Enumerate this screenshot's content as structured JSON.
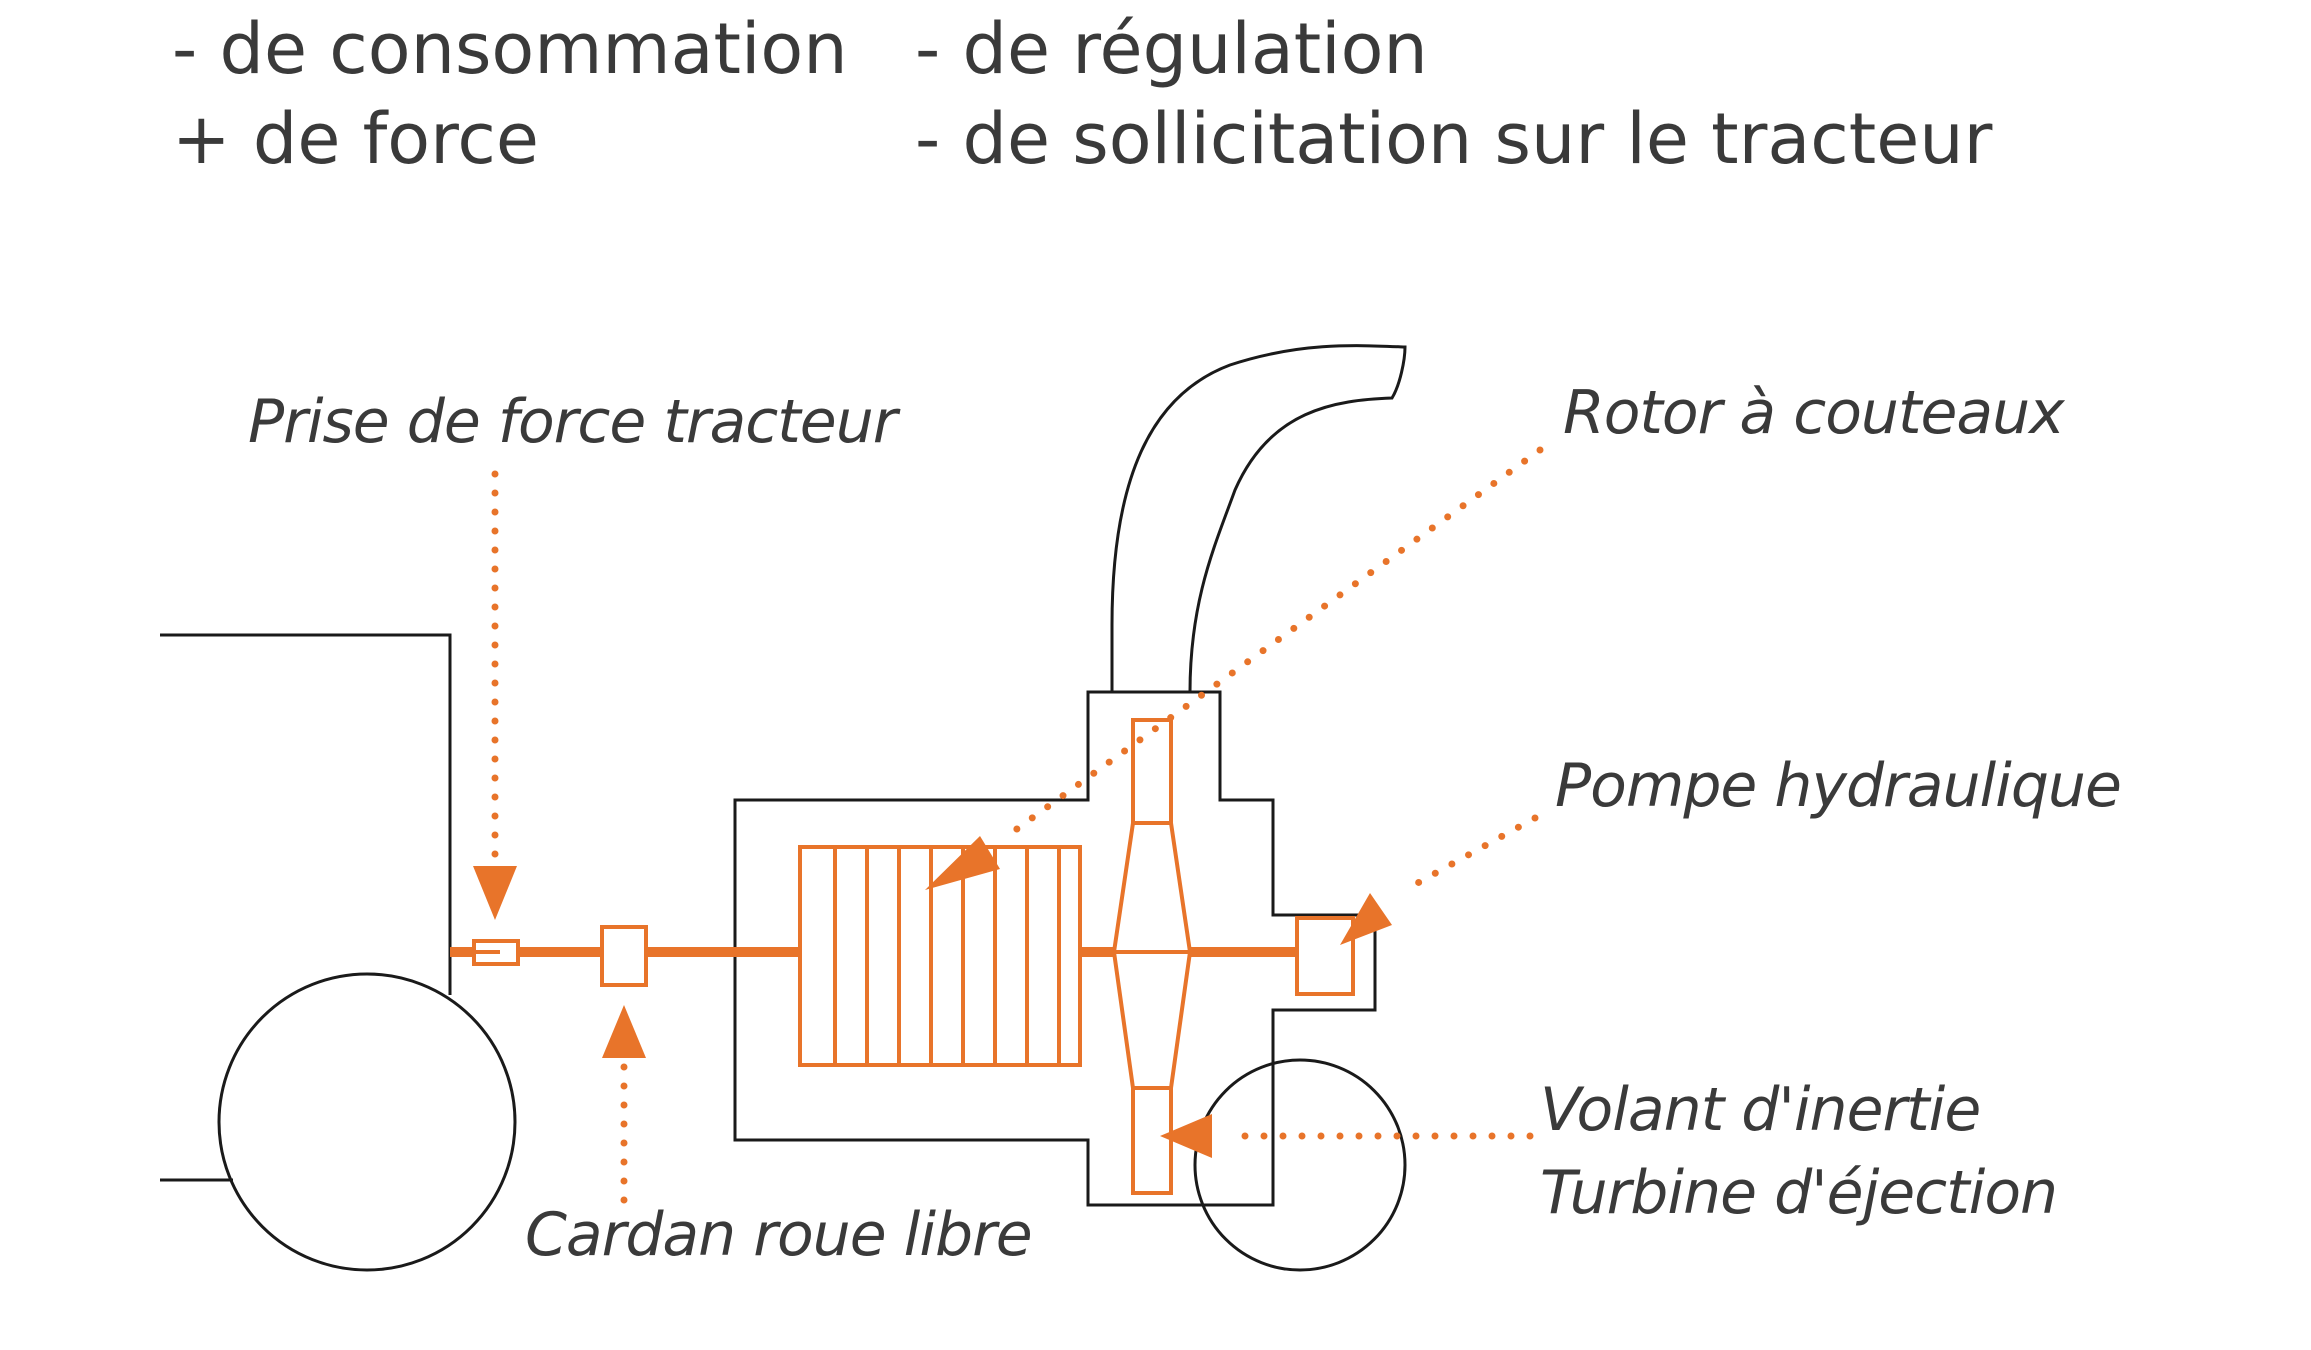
{
  "header": {
    "left_line1": "- de consommation",
    "left_line2": "+ de force",
    "right_line1": "- de régulation",
    "right_line2": "- de sollicitation sur le tracteur"
  },
  "labels": {
    "pto": "Prise de force tracteur",
    "rotor": "Rotor à couteaux",
    "pump": "Pompe hydraulique",
    "flywheel": "Volant d'inertie",
    "turbine": "Turbine d'éjection",
    "cardan": "Cardan roue libre"
  },
  "colors": {
    "accent": "#e8742a",
    "outline": "#1a1a1a",
    "text": "#3a3a3a"
  }
}
